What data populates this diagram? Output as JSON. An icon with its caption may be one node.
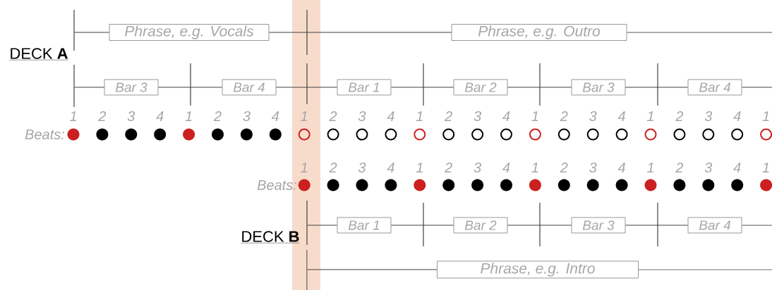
{
  "diagram": {
    "nodes": [
      {
        "text": [
          "Phrase, e.g. Vocals"
        ]
      },
      {
        "text": [
          "Phrase, e.g. Outro"
        ]
      },
      {
        "text": [
          "Bar 3"
        ]
      },
      {
        "text": [
          "Bar 4"
        ]
      },
      {
        "text": [
          "Bar 1"
        ]
      },
      {
        "text": [
          "Bar 2"
        ]
      },
      {
        "text": [
          "Bar 3"
        ]
      },
      {
        "text": [
          "Bar 4"
        ]
      },
      {
        "text": [
          "Bar 1"
        ]
      },
      {
        "text": [
          "Bar 2"
        ]
      },
      {
        "text": [
          "Bar 3"
        ]
      },
      {
        "text": [
          "Bar 4"
        ]
      },
      {
        "text": [
          "Phrase, e.g. Intro"
        ]
      },
      {
        "text": [],
        "shape": "bar"
      },
      {
        "text": [],
        "shape": "bar"
      },
      {
        "text": [],
        "shape": "bar"
      },
      {
        "text": [],
        "shape": "bar"
      }
    ],
    "edges": [
      {
        "from": 0,
        "to": 1,
        "arrow": "none"
      },
      {
        "from": 2,
        "to": 3,
        "arrow": "none"
      },
      {
        "from": 3,
        "to": 4,
        "arrow": "none"
      },
      {
        "from": 4,
        "to": 5,
        "arrow": "none"
      },
      {
        "from": 5,
        "to": 6,
        "arrow": "none"
      },
      {
        "from": 6,
        "to": 7,
        "arrow": "none"
      },
      {
        "from": 8,
        "to": 9,
        "arrow": "none"
      },
      {
        "from": 9,
        "to": 10,
        "arrow": "none"
      },
      {
        "from": 10,
        "to": 11,
        "arrow": "none"
      },
      {
        "from": 13,
        "to": 0,
        "arrow": "none"
      },
      {
        "from": 1,
        "to": null,
        "arrow": "none"
      },
      {
        "from": 14,
        "to": 2,
        "arrow": "none"
      },
      {
        "from": 7,
        "to": null,
        "arrow": "none"
      },
      {
        "from": 15,
        "to": 8,
        "arrow": "none"
      },
      {
        "from": 11,
        "to": null,
        "arrow": "none"
      },
      {
        "from": 16,
        "to": 12,
        "arrow": "none"
      },
      {
        "from": 12,
        "to": null,
        "arrow": "none"
      }
    ],
    "labels": [
      "DECK **A**",
      "1",
      "2",
      "3",
      "4",
      "1",
      "2",
      "3",
      "4",
      "1",
      "2",
      "3",
      "4",
      "1",
      "2",
      "3",
      "4",
      "1",
      "2",
      "3",
      "4",
      "1",
      "2",
      "3",
      "4",
      "1",
      "Beats:",
      "1",
      "2",
      "3",
      "4",
      "1",
      "2",
      "3",
      "4",
      "1",
      "2",
      "3",
      "4",
      "1",
      "2",
      "3",
      "4",
      "1",
      "Beats:",
      "DECK **B**"
    ]
  }
}
